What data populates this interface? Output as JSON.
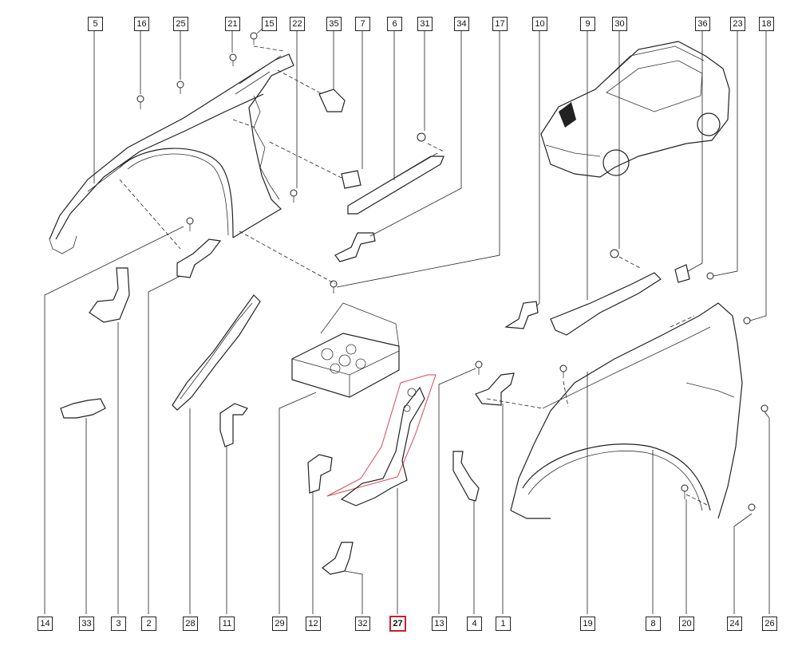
{
  "callouts": {
    "c5": "5",
    "c16": "16",
    "c25": "25",
    "c21": "21",
    "c15": "15",
    "c22": "22",
    "c35": "35",
    "c7": "7",
    "c6": "6",
    "c31": "31",
    "c34": "34",
    "c17": "17",
    "c10": "10",
    "c9": "9",
    "c30": "30",
    "c36": "36",
    "c23": "23",
    "c18": "18",
    "c14": "14",
    "c33": "33",
    "c3": "3",
    "c2": "2",
    "c28": "28",
    "c11": "11",
    "c29": "29",
    "c12": "12",
    "c32": "32",
    "c27": "27",
    "c13": "13",
    "c4": "4",
    "c1": "1",
    "c19": "19",
    "c8": "8",
    "c20": "20",
    "c24": "24",
    "c26": "26"
  },
  "highlighted_callout": "27",
  "colors": {
    "highlight": "#c8202e",
    "line": "#222222",
    "background": "#ffffff"
  }
}
